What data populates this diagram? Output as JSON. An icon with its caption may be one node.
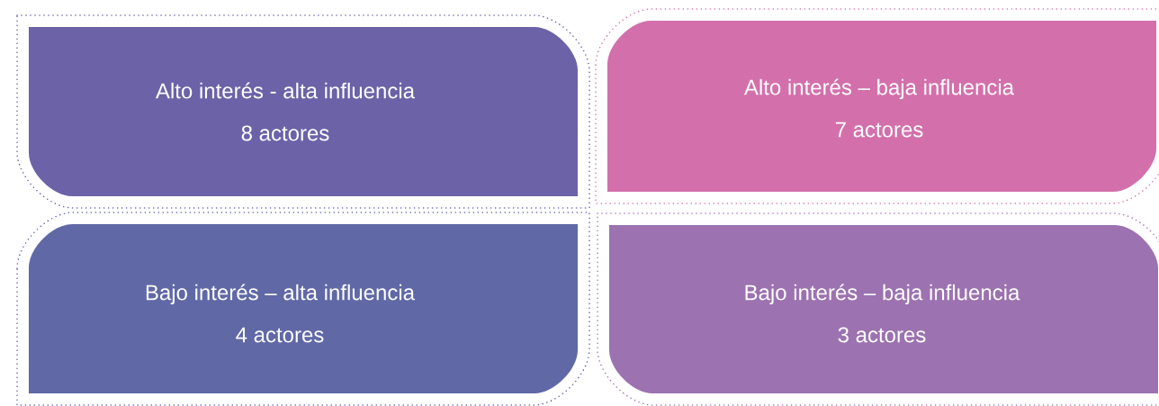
{
  "diagram": {
    "nodes": [
      {
        "text": [
          "Alto interés - alta influencia",
          "8 actores"
        ]
      },
      {
        "text": [
          "Alto interés – baja influencia",
          "7 actores"
        ]
      },
      {
        "text": [
          "Bajo interés – alta influencia",
          "4 actores"
        ]
      },
      {
        "text": [
          "Bajo interés – baja influencia",
          "3 actores"
        ]
      }
    ]
  }
}
